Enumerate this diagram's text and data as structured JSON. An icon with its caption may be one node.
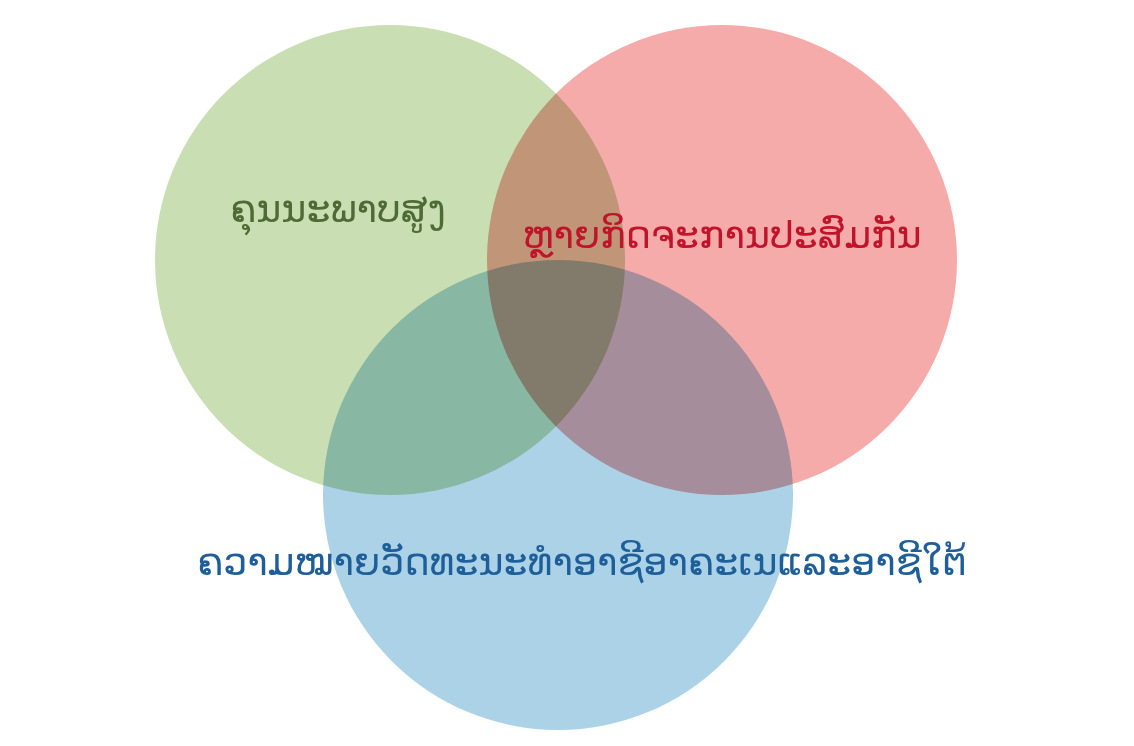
{
  "diagram": {
    "nodes": [
      {
        "text": [
          "ຄຸນນະພາບສູງ"
        ]
      },
      {
        "text": [
          "ຫຼາຍກິດຈະການປະສົມກັນ"
        ]
      },
      {
        "text": [
          "ຄວາມໝາຍວັດທະນະທຳອາຊີອາຄະເນແລະອາຊີໃຕ້"
        ]
      }
    ]
  }
}
